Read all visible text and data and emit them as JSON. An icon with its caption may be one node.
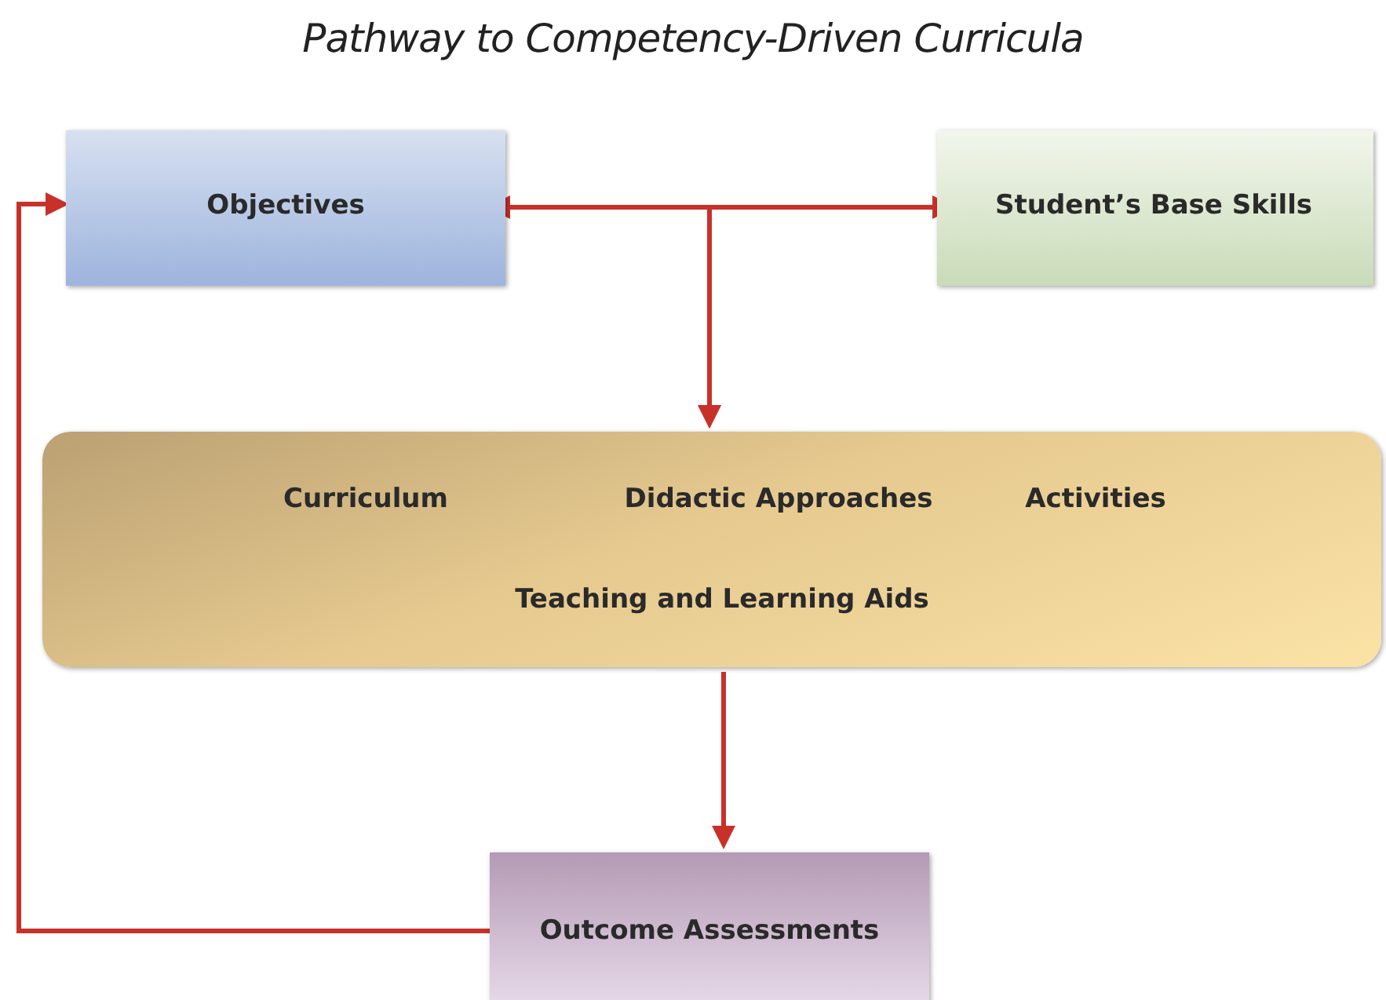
{
  "diagram": {
    "title": "Pathway to Competency-Driven Curricula",
    "nodes": [
      {
        "text": [
          "Objectives"
        ]
      },
      {
        "text": [
          "Student’s Base Skills"
        ]
      },
      {
        "text": [
          "Curriculum",
          "Didactic Approaches",
          "Activities",
          "Teaching and Learning Aids"
        ]
      },
      {
        "text": [
          "Outcome Assessments"
        ]
      }
    ],
    "edges": [
      {
        "from": 0,
        "to": 1,
        "arrow": "both"
      },
      {
        "from": 0,
        "to": 2,
        "arrow": "to"
      },
      {
        "from": 1,
        "to": 2,
        "arrow": "to"
      },
      {
        "from": 2,
        "to": 3,
        "arrow": "to"
      },
      {
        "from": 3,
        "to": 0,
        "arrow": "to"
      }
    ]
  }
}
